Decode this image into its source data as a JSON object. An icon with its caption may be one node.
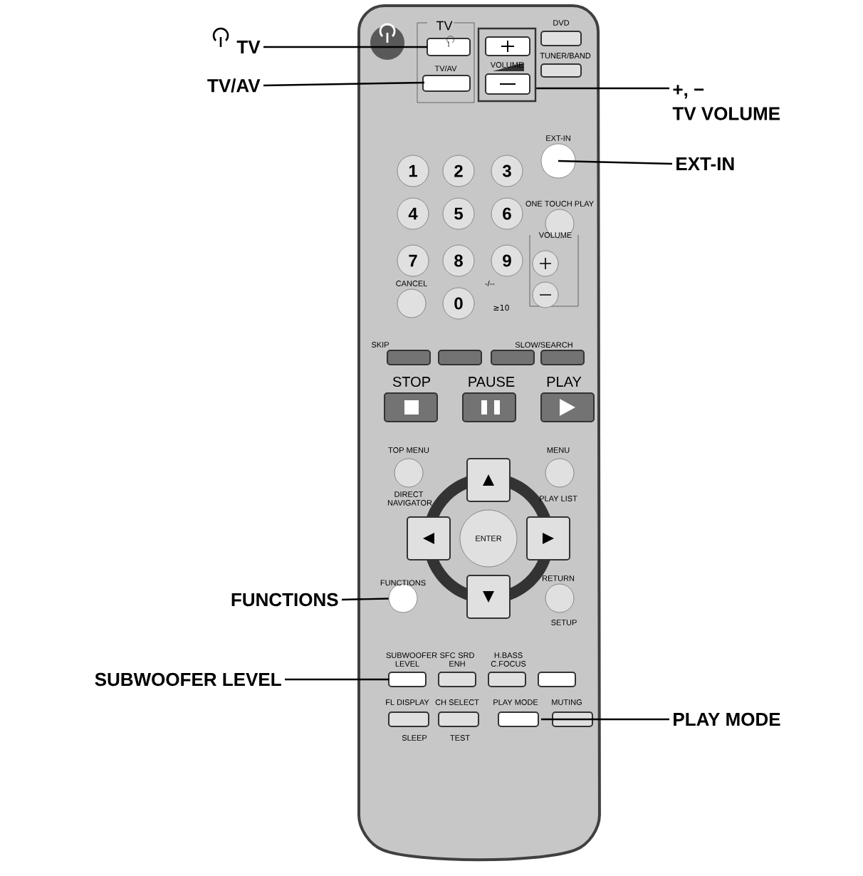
{
  "diagram": {
    "nodes": [
      {
        "text": [
          "TV"
        ]
      },
      {
        "text": [
          "TV/AV"
        ]
      },
      {
        "text": [
          "+, −",
          "TV VOLUME"
        ]
      },
      {
        "text": [
          "EXT-IN"
        ]
      },
      {
        "text": [
          "FUNCTIONS"
        ]
      },
      {
        "text": [
          "SUBWOOFER LEVEL"
        ]
      },
      {
        "text": [
          "PLAY MODE"
        ]
      },
      {
        "text": [
          "VOLUME"
        ]
      },
      {
        "text": [
          "FUNCTIONS"
        ]
      }
    ],
    "edges": [
      {
        "from": 0,
        "to": null,
        "arrow": "none"
      },
      {
        "from": 1,
        "to": null,
        "arrow": "none"
      },
      {
        "from": 2,
        "to": 7,
        "arrow": "none"
      },
      {
        "from": 3,
        "to": null,
        "arrow": "none"
      },
      {
        "from": 4,
        "to": 8,
        "arrow": "none"
      },
      {
        "from": 5,
        "to": null,
        "arrow": "none"
      },
      {
        "from": 6,
        "to": null,
        "arrow": "none"
      }
    ],
    "labels": [
      "TV",
      "DVD",
      "TV/AV",
      "TUNER/BAND",
      "EXT-IN",
      "1",
      "2",
      "3",
      "ONE TOUCH PLAY",
      "4",
      "5",
      "6",
      "VOLUME",
      "7",
      "8",
      "9",
      "CANCEL",
      "-/--",
      "0",
      "≥10",
      "SKIP",
      "SLOW/SEARCH",
      "STOP",
      "PAUSE",
      "PLAY",
      "TOP MENU",
      "MENU",
      "DIRECT NAVIGATOR",
      "PLAY LIST",
      "ENTER",
      "RETURN",
      "SETUP",
      "SUBWOOFER LEVEL",
      "SFC SRD ENH",
      "H.BASS C.FOCUS",
      "FL DISPLAY",
      "CH SELECT",
      "PLAY MODE",
      "MUTING",
      "SLEEP",
      "TEST"
    ]
  }
}
